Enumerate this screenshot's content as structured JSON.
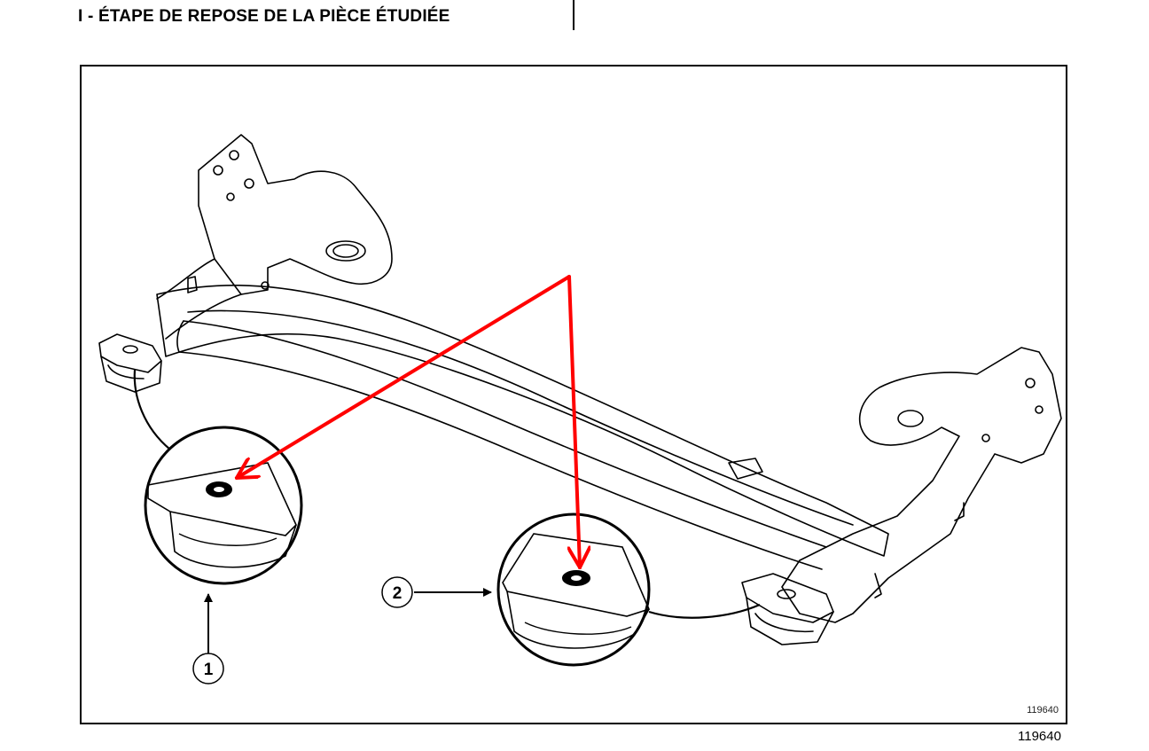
{
  "header": {
    "section_title": "I - ÉTAPE DE REPOSE DE LA PIÈCE ÉTUDIÉE"
  },
  "figure": {
    "reference_inner": "119640",
    "reference_outer": "119640",
    "callouts": [
      {
        "number": "1"
      },
      {
        "number": "2"
      }
    ],
    "colors": {
      "highlight_arrow": "#ff0000",
      "line_art": "#000000"
    }
  }
}
